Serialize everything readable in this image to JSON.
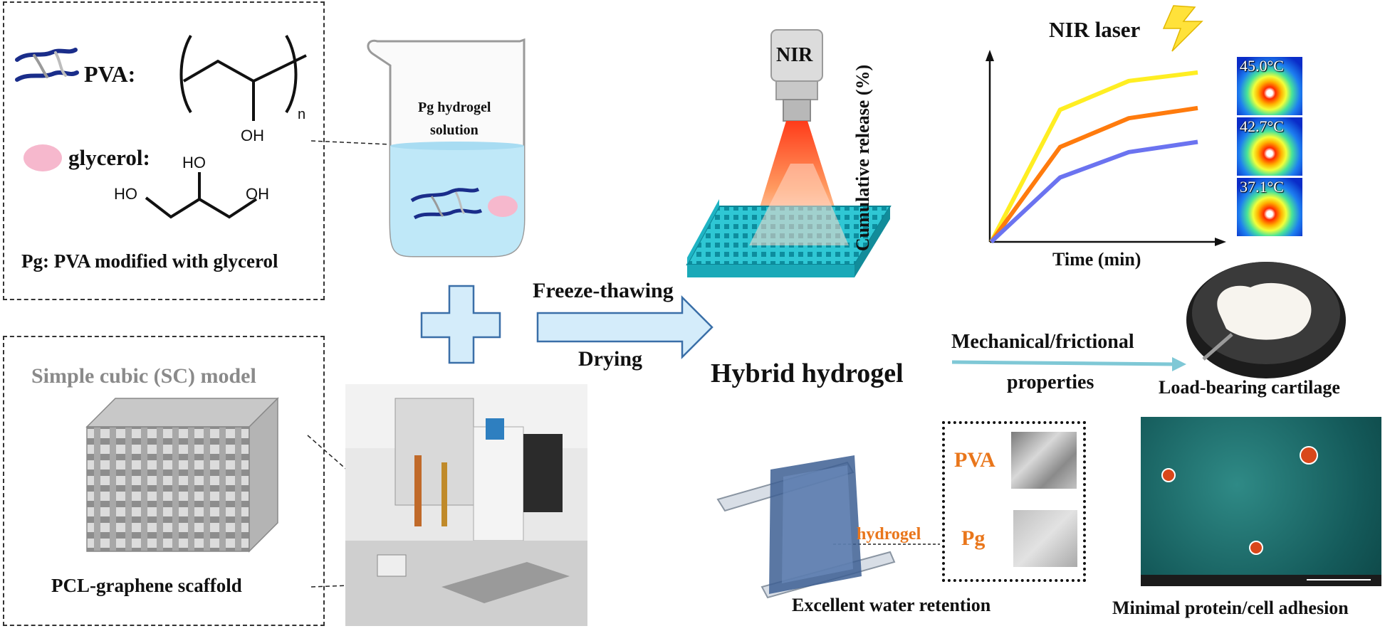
{
  "pva_box": {
    "pva_label": "PVA:",
    "subscript_n": "n",
    "oh_1": "OH",
    "glycerol_label": "glycerol:",
    "ho_top": "HO",
    "ho_left": "HO",
    "oh_right": "OH",
    "caption": "Pg: PVA modified with glycerol"
  },
  "sc_box": {
    "title": "Simple cubic (SC) model",
    "caption": "PCL-graphene scaffold"
  },
  "beaker": {
    "line1": "Pg hydrogel",
    "line2": "solution"
  },
  "process": {
    "top": "Freeze-thawing",
    "bottom": "Drying"
  },
  "center": {
    "nir": "NIR",
    "hybrid": "Hybrid hydrogel"
  },
  "release_chart": {
    "laser": "NIR laser",
    "ylabel": "Cumulative release (%)",
    "xlabel": "Time (min)",
    "temps": [
      "45.0°C",
      "42.7°C",
      "37.1°C"
    ],
    "colors": [
      "#ffee22",
      "#ff7b0d",
      "#6b73f0"
    ]
  },
  "chart_data": {
    "type": "line",
    "title": "",
    "xlabel": "Time (min)",
    "ylabel": "Cumulative release (%)",
    "series": [
      {
        "name": "45.0°C",
        "x": [
          0,
          1,
          2,
          3
        ],
        "values": [
          0,
          0.78,
          0.95,
          1.0
        ]
      },
      {
        "name": "42.7°C",
        "x": [
          0,
          1,
          2,
          3
        ],
        "values": [
          0,
          0.56,
          0.73,
          0.79
        ]
      },
      {
        "name": "37.1°C",
        "x": [
          0,
          1,
          2,
          3
        ],
        "values": [
          0,
          0.38,
          0.53,
          0.59
        ]
      }
    ],
    "ylim": [
      0,
      1.05
    ],
    "xlim": [
      0,
      3
    ]
  },
  "mechanical": {
    "line1": "Mechanical/frictional",
    "line2": "properties",
    "result": "Load-bearing cartilage"
  },
  "water": {
    "hydrogel_label": "hydrogel",
    "pva": "PVA",
    "pg": "Pg",
    "caption": "Excellent water retention"
  },
  "adhesion": {
    "caption": "Minimal protein/cell adhesion"
  }
}
